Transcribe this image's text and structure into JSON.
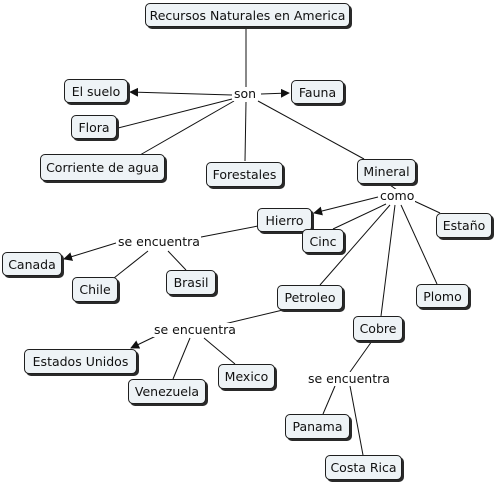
{
  "nodes": {
    "root": "Recursos Naturales en America",
    "suelo": "El suelo",
    "fauna": "Fauna",
    "flora": "Flora",
    "corriente": "Corriente de agua",
    "forestales": "Forestales",
    "mineral": "Mineral",
    "hierro": "Hierro",
    "cinc": "Cinc",
    "estano": "Estaño",
    "canada": "Canada",
    "chile": "Chile",
    "brasil": "Brasil",
    "plomo": "Plomo",
    "petroleo": "Petroleo",
    "cobre": "Cobre",
    "eeuu": "Estados Unidos",
    "venezuela": "Venezuela",
    "mexico": "Mexico",
    "panama": "Panama",
    "costarica": "Costa Rica"
  },
  "links": {
    "son": "son",
    "como": "como",
    "se_encuentra_hierro": "se encuentra",
    "se_encuentra_petroleo": "se encuentra",
    "se_encuentra_cobre": "se encuentra"
  },
  "colors": {
    "node_fill": "#eef3f6",
    "node_border": "#1f1f1f",
    "line": "#111111"
  }
}
